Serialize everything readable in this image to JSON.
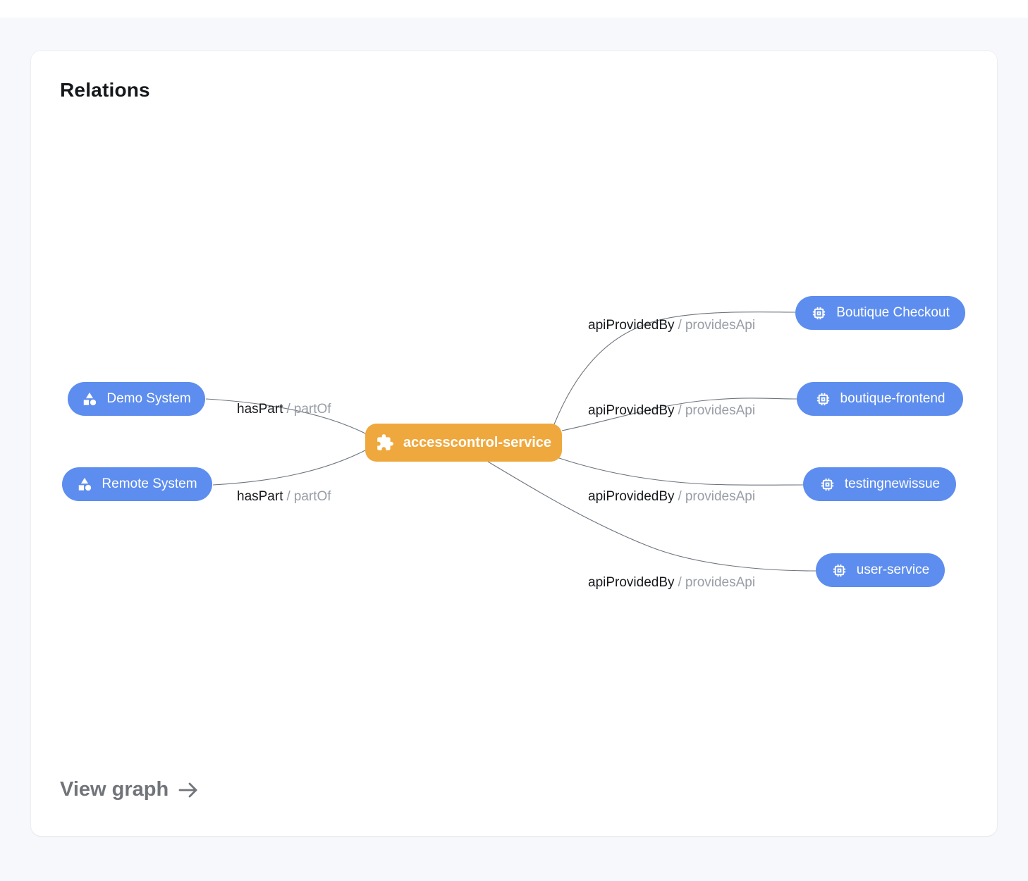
{
  "colors": {
    "page_bg": "#f6f8fb",
    "card_bg": "#ffffff",
    "node_blue": "#5d8dee",
    "node_orange": "#efa83d",
    "edge_stroke": "#6e757d",
    "relation_dark": "#17191c",
    "relation_gray": "#989ea6",
    "link_gray": "#717579"
  },
  "card": {
    "title": "Relations",
    "footer_link": {
      "label": "View graph",
      "icon": "arrow-right-icon"
    }
  },
  "graph": {
    "center_node": {
      "label": "accesscontrol-service",
      "icon": "puzzle-icon"
    },
    "left_nodes": [
      {
        "label": "Demo System",
        "icon": "category-icon"
      },
      {
        "label": "Remote System",
        "icon": "category-icon"
      }
    ],
    "right_nodes": [
      {
        "label": "Boutique Checkout",
        "icon": "chip-icon"
      },
      {
        "label": "boutique-frontend",
        "icon": "chip-icon"
      },
      {
        "label": "testingnewissue",
        "icon": "chip-icon"
      },
      {
        "label": "user-service",
        "icon": "chip-icon"
      }
    ],
    "edge_labels": {
      "left": {
        "forward": "hasPart",
        "separator": "/",
        "reverse": "partOf"
      },
      "right": {
        "forward": "apiProvidedBy",
        "separator": "/",
        "reverse": "providesApi"
      }
    }
  }
}
